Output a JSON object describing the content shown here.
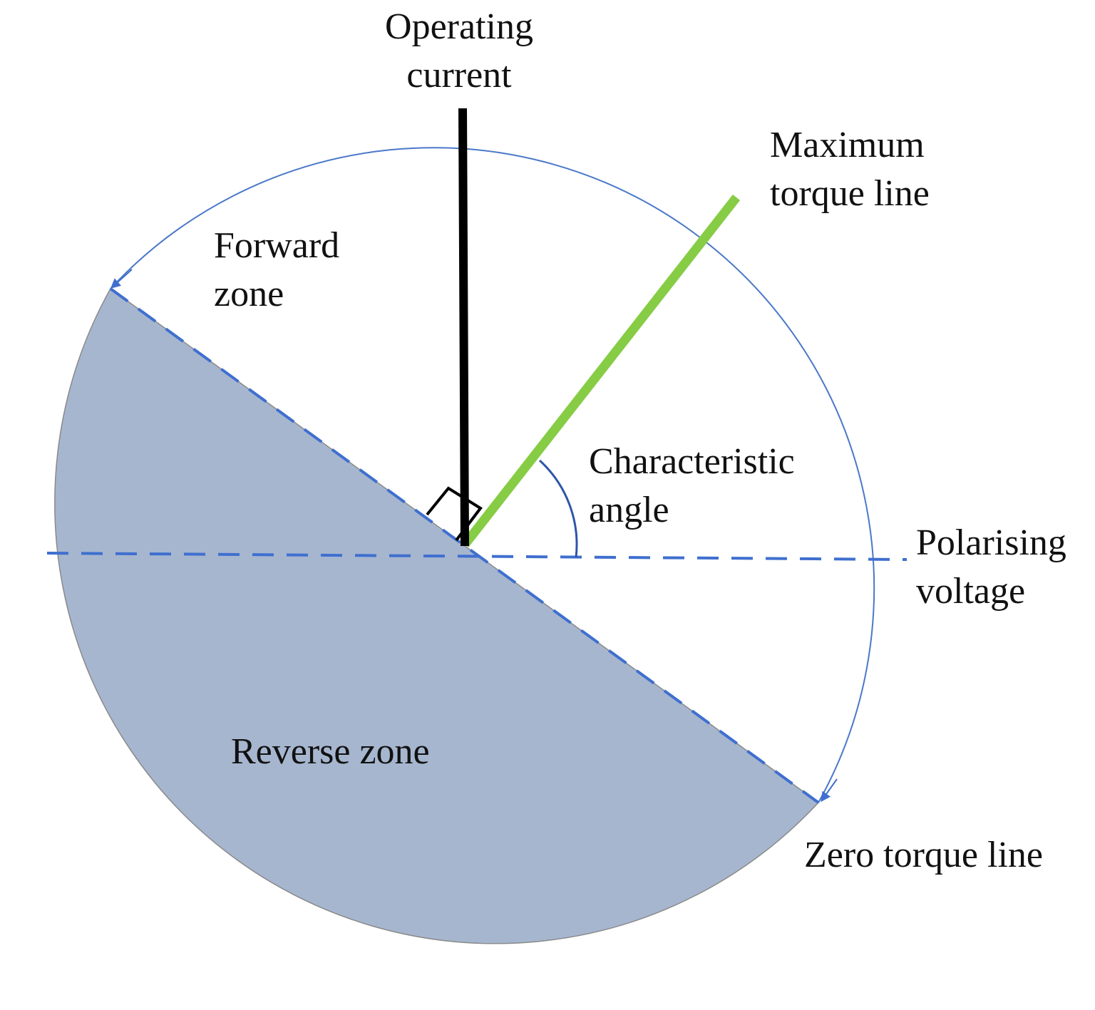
{
  "labels": {
    "operating_current": [
      "Operating",
      "current"
    ],
    "maximum_torque_line": [
      "Maximum",
      "torque line"
    ],
    "forward_zone": [
      "Forward",
      "zone"
    ],
    "characteristic_angle": [
      "Characteristic",
      "angle"
    ],
    "polarising_voltage": [
      "Polarising",
      "voltage"
    ],
    "reverse_zone": "Reverse zone",
    "zero_torque_line": "Zero torque line"
  },
  "colors": {
    "reverse_zone_fill": "#a6b6cf",
    "circle_outline": "#4a78c8",
    "dashed_lines": "#3f6fcf",
    "maximum_torque_line": "#86cc45",
    "operating_current_line": "#000000",
    "text": "#111111"
  }
}
